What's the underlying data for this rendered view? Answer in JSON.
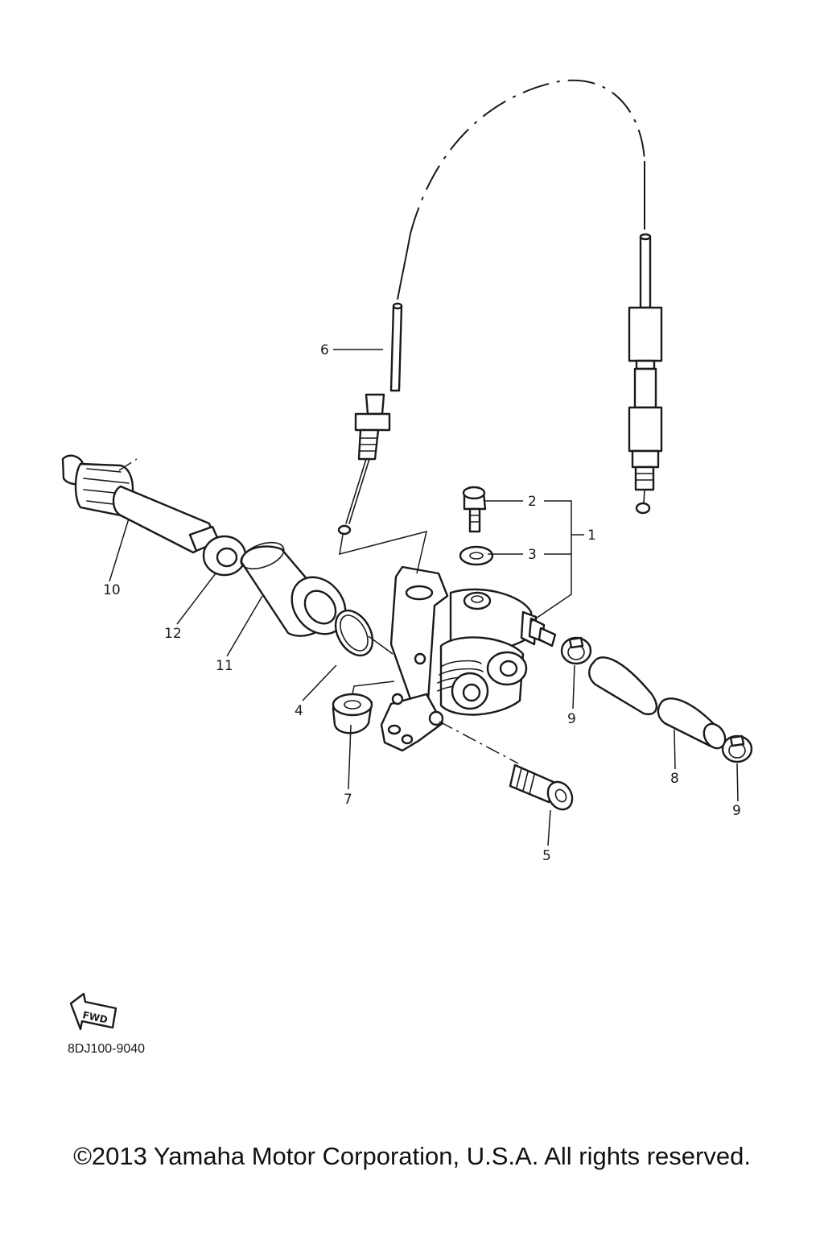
{
  "diagram": {
    "callouts": {
      "c1": "1",
      "c2": "2",
      "c3": "3",
      "c4": "4",
      "c5": "5",
      "c6": "6",
      "c7": "7",
      "c8": "8",
      "c9a": "9",
      "c9b": "9",
      "c10": "10",
      "c11": "11",
      "c12": "12"
    },
    "fwd_label": "FWD",
    "catalog_code": "8DJ100-9040",
    "copyright": "©2013 Yamaha Motor Corporation, U.S.A. All rights reserved."
  }
}
